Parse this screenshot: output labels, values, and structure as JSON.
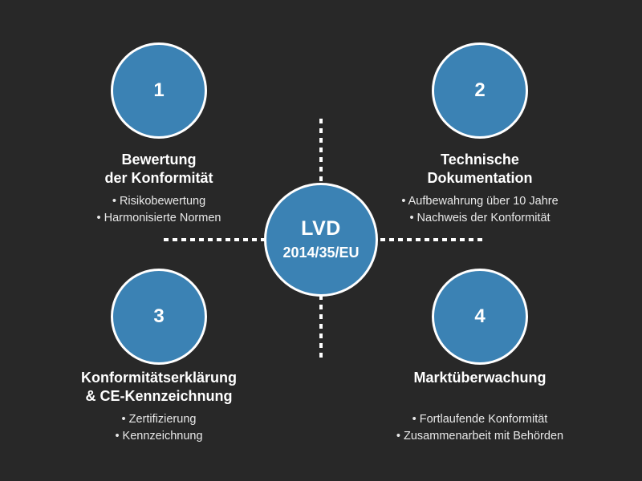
{
  "diagram": {
    "background_color": "#282828",
    "accent_color": "#3b82b4",
    "text_color": "#ffffff",
    "center": {
      "title": "LVD",
      "subtitle": "2014/35/EU"
    },
    "nodes": [
      {
        "number": "1",
        "title": "Bewertung\nder Konformität",
        "bullets": [
          "• Risikobewertung",
          "• Harmonisierte Normen"
        ]
      },
      {
        "number": "2",
        "title": "Technische\nDokumentation",
        "bullets": [
          "• Aufbewahrung über 10 Jahre",
          "• Nachweis der Konformität"
        ]
      },
      {
        "number": "3",
        "title": "Konformitätserklärung\n& CE-Kennzeichnung",
        "bullets": [
          "• Zertifizierung",
          "• Kennzeichnung"
        ]
      },
      {
        "number": "4",
        "title": "Marktüberwachung",
        "bullets": [
          "• Fortlaufende Konformität",
          "• Zusammenarbeit mit Behörden"
        ]
      }
    ]
  }
}
